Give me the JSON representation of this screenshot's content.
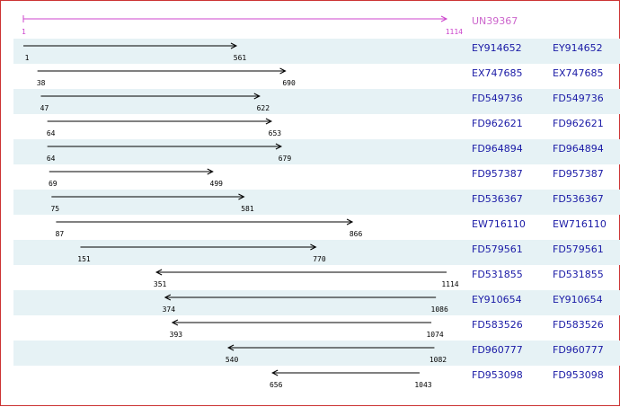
{
  "reference": {
    "name": "UN39367",
    "start": 1,
    "end": 1114,
    "color": "#cc44cc"
  },
  "line_color": "#000000",
  "label_color": "#1a1aa6",
  "row_shade_color": "#e6f2f5",
  "alignments": [
    {
      "name": "EY914652",
      "link": "EY914652",
      "start": 1,
      "end": 561,
      "direction": "forward"
    },
    {
      "name": "EX747685",
      "link": "EX747685",
      "start": 38,
      "end": 690,
      "direction": "forward"
    },
    {
      "name": "FD549736",
      "link": "FD549736",
      "start": 47,
      "end": 622,
      "direction": "forward"
    },
    {
      "name": "FD962621",
      "link": "FD962621",
      "start": 64,
      "end": 653,
      "direction": "forward"
    },
    {
      "name": "FD964894",
      "link": "FD964894",
      "start": 64,
      "end": 679,
      "direction": "forward"
    },
    {
      "name": "FD957387",
      "link": "FD957387",
      "start": 69,
      "end": 499,
      "direction": "forward"
    },
    {
      "name": "FD536367",
      "link": "FD536367",
      "start": 75,
      "end": 581,
      "direction": "forward"
    },
    {
      "name": "EW716110",
      "link": "EW716110",
      "start": 87,
      "end": 866,
      "direction": "forward"
    },
    {
      "name": "FD579561",
      "link": "FD579561",
      "start": 151,
      "end": 770,
      "direction": "forward"
    },
    {
      "name": "FD531855",
      "link": "FD531855",
      "start": 351,
      "end": 1114,
      "direction": "reverse"
    },
    {
      "name": "EY910654",
      "link": "EY910654",
      "start": 374,
      "end": 1086,
      "direction": "reverse"
    },
    {
      "name": "FD583526",
      "link": "FD583526",
      "start": 393,
      "end": 1074,
      "direction": "reverse"
    },
    {
      "name": "FD960777",
      "link": "FD960777",
      "start": 540,
      "end": 1082,
      "direction": "reverse"
    },
    {
      "name": "FD953098",
      "link": "FD953098",
      "start": 656,
      "end": 1043,
      "direction": "reverse"
    }
  ]
}
